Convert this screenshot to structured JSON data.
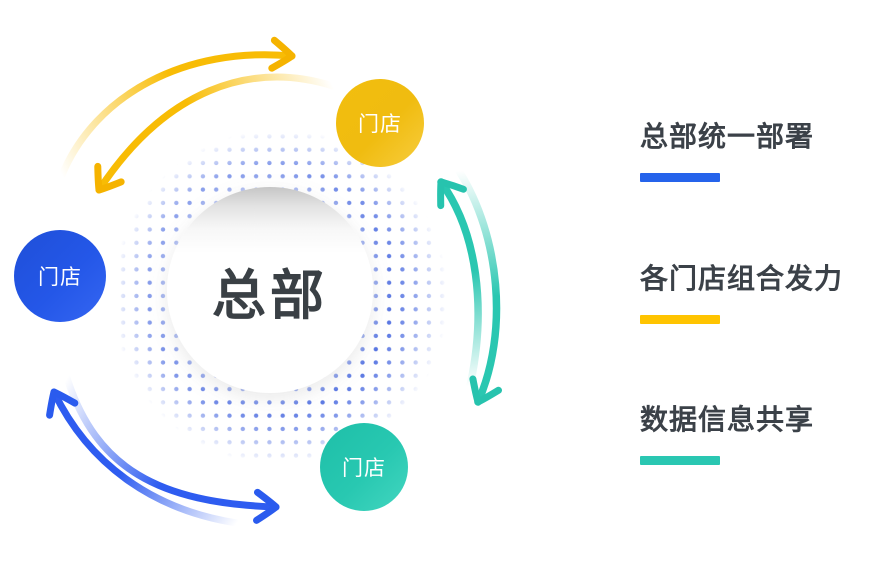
{
  "page": {
    "background": "#ffffff"
  },
  "diagram": {
    "center_label": "总部",
    "hub_text_color": "#3A4045",
    "dot_color": "#3156DC",
    "stores": [
      {
        "id": "top",
        "label": "门店",
        "color": "#F0BC10"
      },
      {
        "id": "left",
        "label": "门店",
        "color": "#2457E8"
      },
      {
        "id": "bottom",
        "label": "门店",
        "color": "#28C8B1"
      }
    ],
    "arrow_colors": {
      "yellow_pair": "#F8BC05",
      "teal_pair": "#2AC7B1",
      "blue_pair": "#2E5CF0"
    }
  },
  "features": [
    {
      "title": "总部统一部署",
      "accent": "#2563EB"
    },
    {
      "title": "各门店组合发力",
      "accent": "#FFC400"
    },
    {
      "title": "数据信息共享",
      "accent": "#2AC7B2"
    }
  ]
}
